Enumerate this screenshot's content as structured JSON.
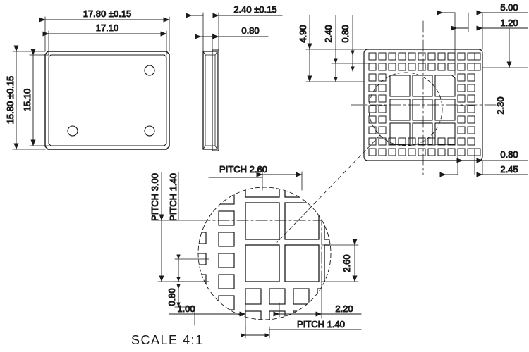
{
  "drawing": {
    "scale_label": "SCALE 4:1",
    "background": "#ffffff",
    "line_color": "#1a1a1a"
  },
  "views": {
    "top_view": {
      "name": "top-view",
      "dimensions": {
        "width_overall": "17.80  ±0.15",
        "width_inner": "17.10",
        "height_overall": "15.80  ±0.15",
        "height_inner": "15.10"
      },
      "holes_count": 3
    },
    "side_view": {
      "name": "side-view",
      "dimensions": {
        "thickness_overall": "2.40  ±0.15",
        "thickness_inner": "0.80"
      }
    },
    "pad_view": {
      "name": "pad-layout-view",
      "dimensions": {
        "left_a": "4.90",
        "left_b": "2.40",
        "left_c": "0.80",
        "right_top_a": "5.00",
        "right_top_b": "1.20",
        "right_side": "2.30",
        "right_bottom_a": "0.80",
        "right_bottom_b": "2.45"
      }
    },
    "detail_view": {
      "name": "detail-view",
      "dimensions": {
        "pitch_v_outer": "PITCH 3.00",
        "pitch_v_inner": "PITCH 1.40",
        "pitch_h_top": "PITCH  2.60",
        "pad_size": "2.60",
        "pad_small": "0.80",
        "offset_left": "1.00",
        "offset_right": "2.20",
        "pitch_h_bottom": "PITCH 1.40"
      }
    }
  }
}
